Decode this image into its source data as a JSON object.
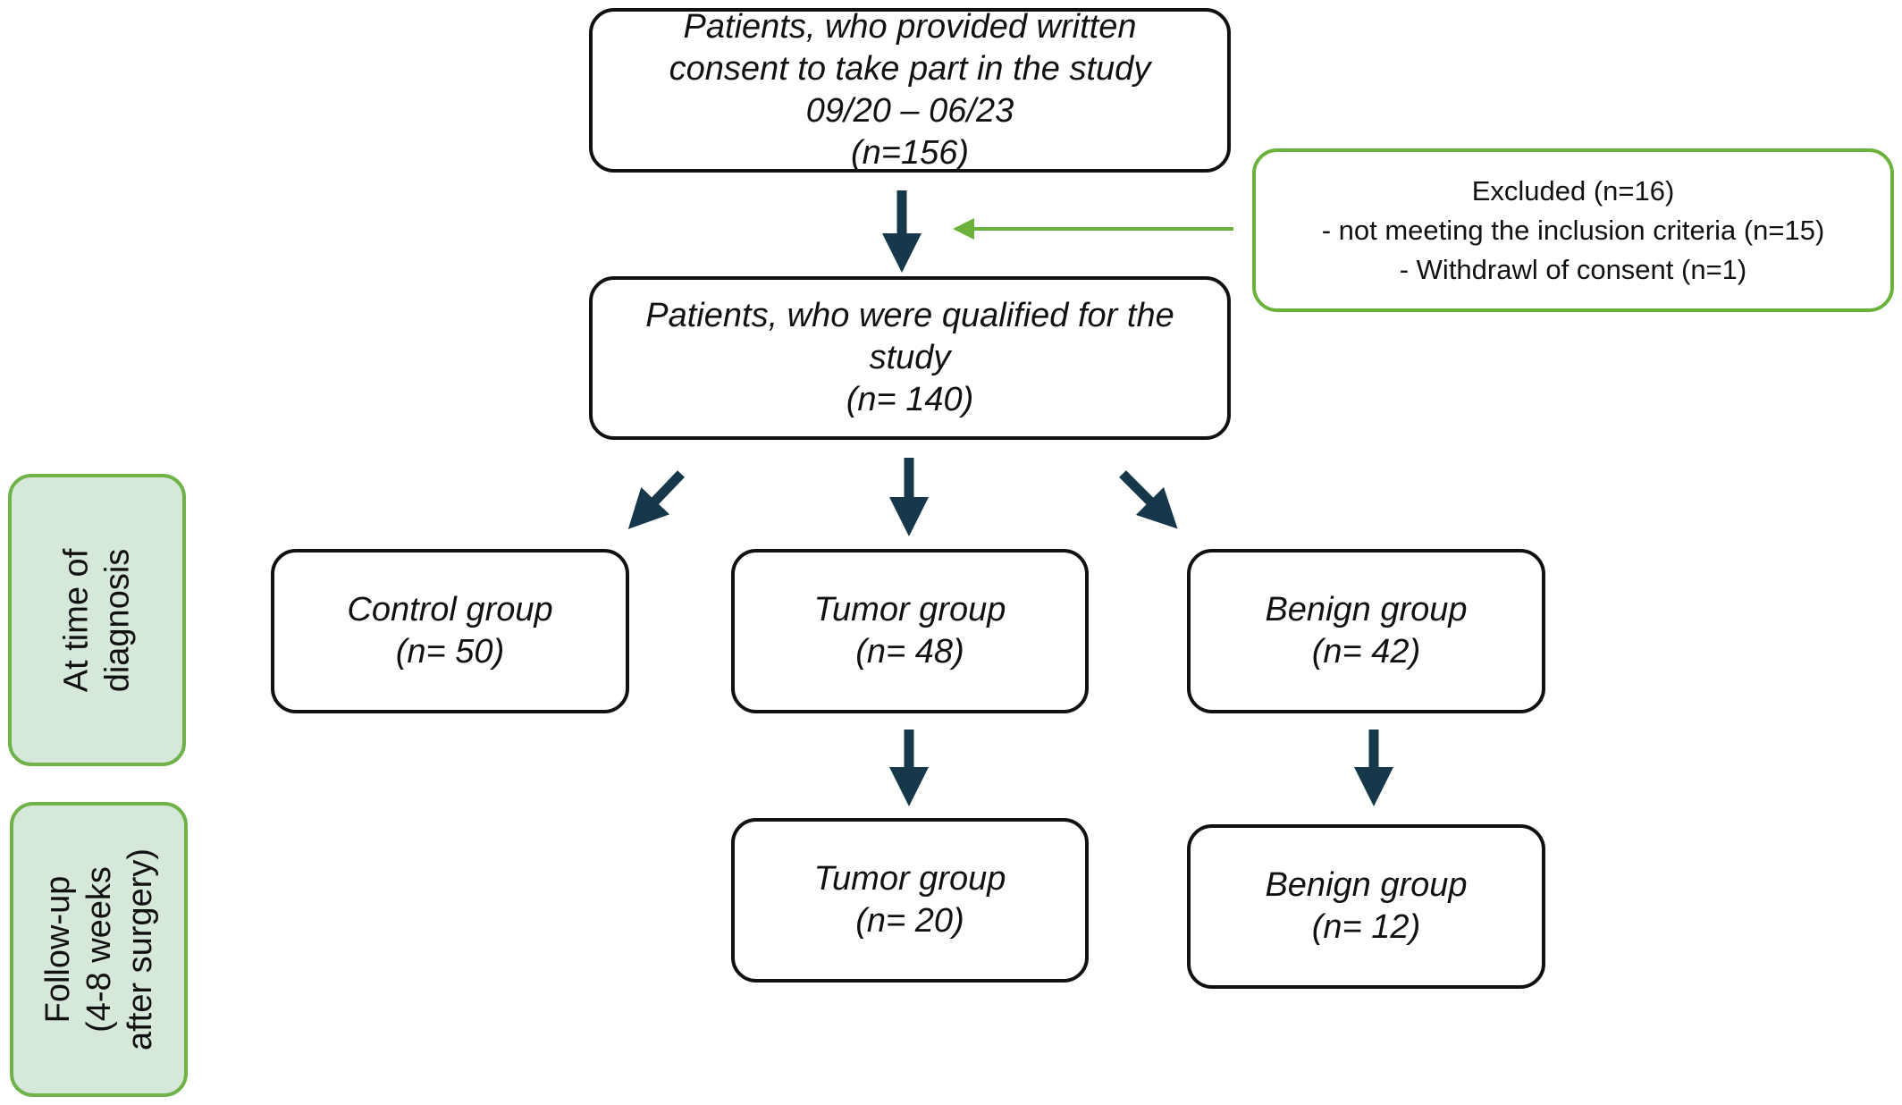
{
  "top_box": {
    "line1": "Patients, who provided written",
    "line2": "consent to take part in the study",
    "line3": "09/20 – 06/23",
    "line4": "(n=156)"
  },
  "excluded_box": {
    "line1": "Excluded (n=16)",
    "line2": "- not meeting the inclusion criteria (n=15)",
    "line3": "- Withdrawl of consent (n=1)"
  },
  "qualified_box": {
    "line1": "Patients, who were qualified for the",
    "line2": "study",
    "line3": "(n= 140)"
  },
  "diagnosis": {
    "control": {
      "name": "Control group",
      "n": "(n= 50)"
    },
    "tumor": {
      "name": "Tumor group",
      "n": "(n= 48)"
    },
    "benign": {
      "name": "Benign group",
      "n": "(n= 42)"
    }
  },
  "followup": {
    "tumor": {
      "name": "Tumor group",
      "n": "(n= 20)"
    },
    "benign": {
      "name": "Benign group",
      "n": "(n= 12)"
    }
  },
  "side_labels": {
    "diagnosis": {
      "line1": "At time of",
      "line2": "diagnosis"
    },
    "followup": {
      "line1": "Follow-up",
      "line2": "(4-8 weeks",
      "line3": "after surgery)"
    }
  },
  "colors": {
    "arrow_dark": "#17384a",
    "arrow_green": "#6ab23a",
    "side_fill": "#d5e8d9",
    "side_border": "#70b24a"
  }
}
